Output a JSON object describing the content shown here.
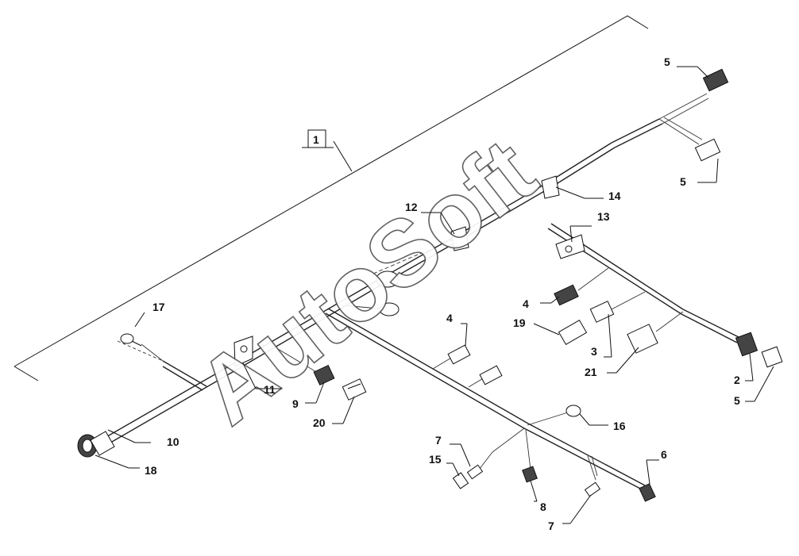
{
  "watermark": "AutoSoft",
  "callouts": {
    "c1": "1",
    "c2": "2",
    "c3": "3",
    "c4a": "4",
    "c4b": "4",
    "c5a": "5",
    "c5b": "5",
    "c5c": "5",
    "c6": "6",
    "c7a": "7",
    "c7b": "7",
    "c8": "8",
    "c9": "9",
    "c10": "10",
    "c11": "11",
    "c12": "12",
    "c13": "13",
    "c14": "14",
    "c15": "15",
    "c16": "16",
    "c17": "17",
    "c18": "18",
    "c19": "19",
    "c20": "20",
    "c21": "21"
  }
}
